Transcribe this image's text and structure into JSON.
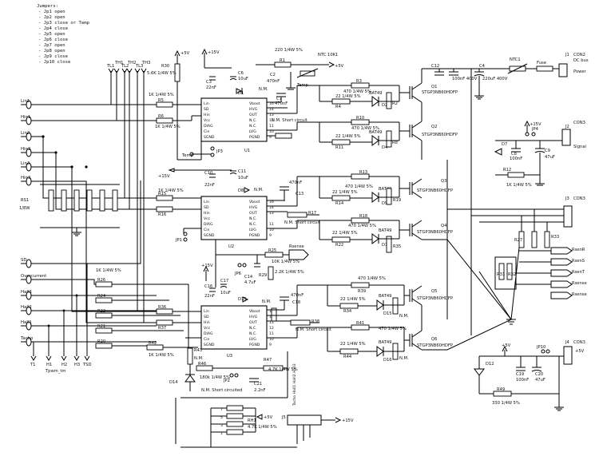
{
  "jumpers": {
    "title": "Jumpers:",
    "lines": [
      "- Jp1 open",
      "- Jp2 open",
      "- Jp3 close or Temp",
      "- Jp4 close",
      "- Jp5 open",
      "- Jp6 close",
      "- Jp7 open",
      "- Jp8 open",
      "- Jp9 close",
      "- Jp10 close"
    ]
  },
  "inputs": [
    "Lin1",
    "Hin1",
    "Lin2",
    "Hin2",
    "Lin3",
    "Hin3",
    "SD",
    "Overcurrent",
    "Hall3",
    "Hall2",
    "Hall1",
    "Tacho"
  ],
  "bottom_terminals": [
    "T1",
    "H1",
    "H2",
    "H3",
    "TSD"
  ],
  "tpwm": "Tpwm_tm",
  "top_pins": [
    "TH1",
    "TH2",
    "TH3",
    "TL1",
    "TL2",
    "TL3"
  ],
  "supply": {
    "p5v": "+5V",
    "p15v": "+15V"
  },
  "ic_pins_left": [
    "Lin",
    "SD",
    "Hin",
    "Vcc",
    "DIAG",
    "Cin",
    "SGND"
  ],
  "ic_pins_right": [
    "Vboot",
    "HVG",
    "OUT",
    "N.C.",
    "N.C.",
    "LVG",
    "PGND"
  ],
  "ic_pin_nums_left": [
    "1",
    "2",
    "3",
    "4",
    "5",
    "6",
    "7"
  ],
  "ic_pin_nums_right": [
    "16",
    "14",
    "13",
    "12",
    "11",
    "10",
    "9"
  ],
  "ics": [
    "U1",
    "U2",
    "U3"
  ],
  "diodes_ic": [
    "D1",
    "D8",
    "D13"
  ],
  "igbt": "STGP3NB60HDFP",
  "transistors": [
    "Q1",
    "Q2",
    "Q3",
    "Q4",
    "Q5",
    "Q6"
  ],
  "bat": "BAT49",
  "nm": "N.M.",
  "nm_short": "N.M. Short circuit",
  "nm_short_c": "N.M. Short circuited",
  "r_hi": "470 1/4W 5%",
  "r_lo": "22 1/4W 5%",
  "r_1k": "1K 1/4W 5%",
  "r_5k6": "5.6K 1/4W 5%",
  "r_330": "330 1/4W 5%",
  "r_10k": "10K 1/4W 5%",
  "r_2k2": "2.2K 1/4W 5%",
  "r_4k7": "4.7K 1/4W 5%",
  "r_180k": "180k 1/4W 5%",
  "r_220": "220 1/4W 5%",
  "ntc": "NTC 10K1",
  "temp": "Temp",
  "rsense": "Rsense",
  "resistors": {
    "R1": "R1",
    "R2": "R2",
    "R3": "R3",
    "R4": "R4",
    "R5": "R5",
    "R6": "R6",
    "R7": "R7",
    "R8": "R8",
    "R10": "R10",
    "R11": "R11",
    "R13": "R13",
    "R14": "R14",
    "R15": "R15",
    "R16": "R16",
    "R17": "R17",
    "R18": "R18",
    "R19": "R19",
    "R22": "R22",
    "R25": "R25",
    "R26": "R26",
    "R27": "R27",
    "R29": "R29",
    "R30": "R30",
    "R31": "R31",
    "R32": "R32",
    "R33": "R33",
    "R34": "R34",
    "R35": "R35",
    "R36": "R36",
    "R37": "R37",
    "R38": "R38",
    "R39": "R39",
    "R41": "R41",
    "R42": "R42",
    "R43": "R43",
    "R44": "R44",
    "R45": "R45",
    "R46": "R46",
    "R47": "R47",
    "R48": "R48",
    "R49": "R49",
    "R12": "R12",
    "R20": "R20",
    "R21": "R21",
    "R23": "R23",
    "R24": "R24",
    "RH1": "RH1"
  },
  "caps": {
    "C2": "C2",
    "C3": "C3",
    "C4": "C4",
    "C5": "C5",
    "C6": "C6",
    "C7": "C7",
    "C8": "C8",
    "C9": "C9",
    "C10": "C10",
    "C11": "C11",
    "C12": "C12",
    "C13": "C13",
    "C14": "C14",
    "C15": "C15",
    "C16": "C16",
    "C17": "C17",
    "C18": "C18",
    "C19": "C19",
    "C20": "C20",
    "C21": "C21"
  },
  "cap_vals": {
    "c22n": "22nF",
    "c10u": "10uF",
    "c470n": "470nF",
    "c100n": "100nF",
    "c47u": "47uF",
    "c100n400": "100nF 400V",
    "c220u": "220uF 400V",
    "c4u7": "4.7uF",
    "c2n2": "2.2nF",
    "c10": "10nF"
  },
  "diodes": [
    "D2",
    "D3",
    "D4",
    "D5",
    "D7",
    "D9",
    "D10",
    "D11",
    "D12",
    "D14",
    "D15",
    "D16"
  ],
  "jps": [
    "JP1",
    "JP2",
    "JP3",
    "JP4",
    "JP5",
    "JP6",
    "JP7",
    "JP8",
    "JP9",
    "JP10"
  ],
  "connectors": {
    "j1": "J1",
    "j1_name": "CON2",
    "j1_sub": "DC bus",
    "j1_sub2": "Power",
    "j2": "J2",
    "j2_name": "CON3",
    "j2_sub": "Signal",
    "j3": "J3",
    "j3_name": "CON3",
    "j4": "J4",
    "j4_name": "CON3",
    "j5": "J5",
    "j5_label": "Tacho Hall1 Hall2 Hall3"
  },
  "fuse": "Fuse",
  "ntc1": "NTC1",
  "rsense_out": [
    "Rsense",
    "Rsense",
    "Rsense"
  ],
  "outs": [
    "RsenR",
    "RsenS",
    "RsenT"
  ],
  "i_mw": "1/8W",
  "rsx": "RS1",
  "u1_temp": "Temp"
}
